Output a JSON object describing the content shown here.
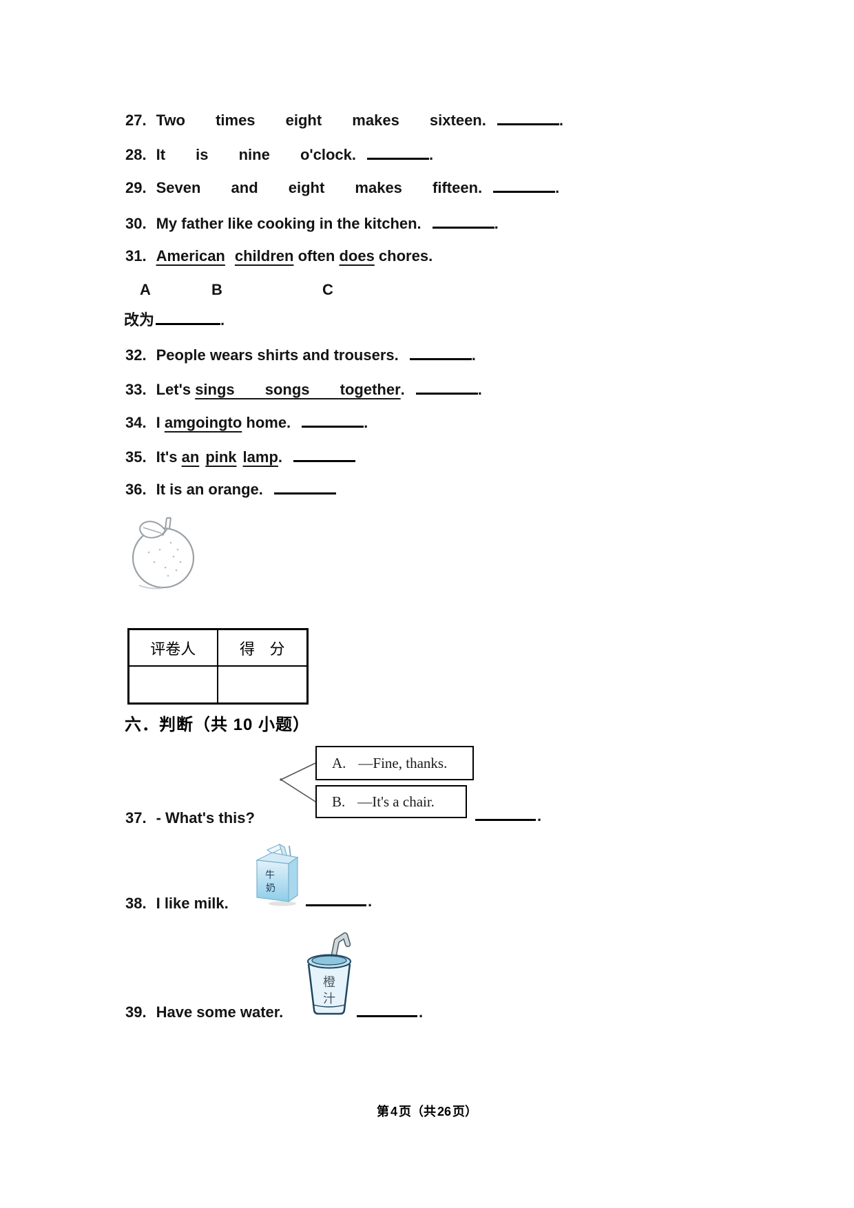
{
  "colors": {
    "text": "#141414",
    "line": "#000000",
    "drawing_gray": "#9aa0a6",
    "carton_blue_light": "#e3f2fa",
    "carton_blue_dark": "#8ecde9",
    "cup_fill": "#e6f3fa",
    "cup_outline": "#1d4662",
    "lid_blue": "#8fc6dd",
    "straw_gray": "#cdd7dc"
  },
  "icons": {
    "orange": "orange-fruit-line-drawing",
    "milk": "milk-carton-illustration",
    "juice": "juice-cup-with-straw-illustration",
    "connector": "left-pointing-bracket-lines"
  },
  "questions": {
    "q27": {
      "num": "27.",
      "text": "Two times eight makes sixteen.",
      "end": "."
    },
    "q28": {
      "num": "28.",
      "text": "It is nine o'clock.",
      "end": "."
    },
    "q29": {
      "num": "29.",
      "text": "Seven and eight makes fifteen.",
      "end": "."
    },
    "q30": {
      "num": "30.",
      "text": "My father like cooking in the kitchen.",
      "end": "."
    },
    "q31": {
      "num": "31.",
      "u1": "American",
      "u2": "children",
      "mid": " often ",
      "u3": "does",
      "tail": " chores.",
      "label_a": "A",
      "label_b": "B",
      "label_c": "C",
      "change_to": "改为",
      "end": "."
    },
    "q32": {
      "num": "32.",
      "text": "People wears shirts and trousers.",
      "end": "."
    },
    "q33": {
      "num": "33.",
      "pre": "Let's ",
      "underlined": "sings songs together",
      "dot": ".",
      "end": "."
    },
    "q34": {
      "num": "34.",
      "pre": "I ",
      "underlined": "amgoingto",
      "tail": " home.",
      "end": "."
    },
    "q35": {
      "num": "35.",
      "pre": "It's ",
      "u1": "an",
      "u2": "pink",
      "u3": "lamp",
      "dot": "."
    },
    "q36": {
      "num": "36.",
      "text": "It is an orange."
    }
  },
  "score_table": {
    "grader_label": "评卷人",
    "score_label": "得 分"
  },
  "section": {
    "title": "六．判断（共 10 小题）"
  },
  "judge": {
    "q37": {
      "num": "37.",
      "text": "- What's this?",
      "option_a_label": "A.",
      "option_a_text": "—Fine, thanks.",
      "option_b_label": "B.",
      "option_b_text": "—It's a chair.",
      "end": "."
    },
    "q38": {
      "num": "38.",
      "text": "I like milk.",
      "carton_char1": "牛",
      "carton_char2": "奶",
      "end": "."
    },
    "q39": {
      "num": "39.",
      "text": "Have some water.",
      "cup_char1": "橙",
      "cup_char2": "汁",
      "end": "."
    }
  },
  "footer": {
    "prefix": "第",
    "page_number": "4",
    "middle": "页（共",
    "total_pages": "26",
    "suffix": "页）"
  }
}
